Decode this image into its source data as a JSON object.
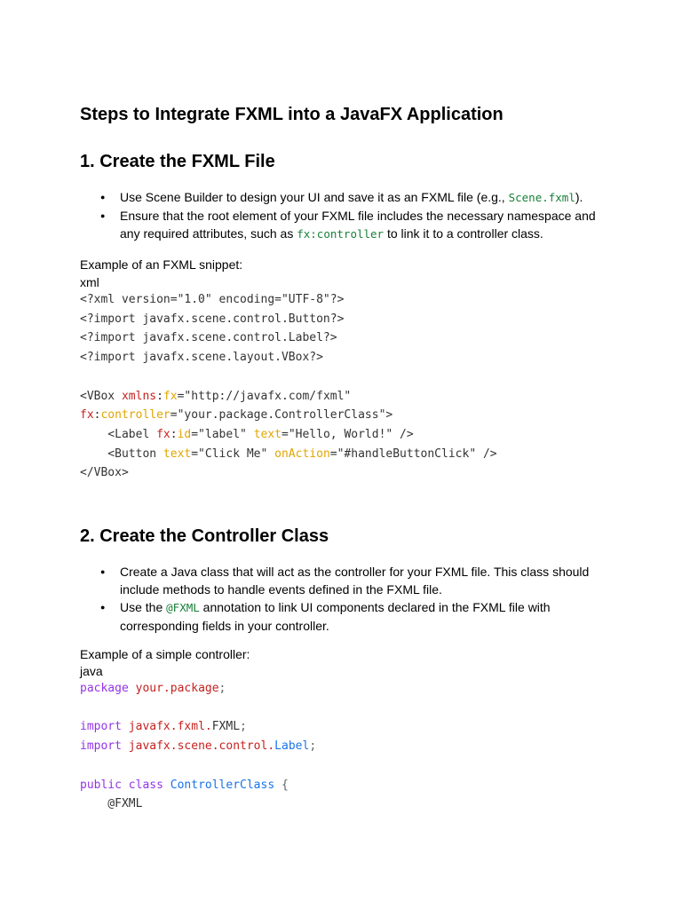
{
  "title": "Steps to Integrate FXML into a JavaFX Application",
  "section1": {
    "heading": "1. Create the FXML File",
    "bullets": [
      {
        "before": "Use Scene Builder to design your UI and save it as an FXML file (e.g., ",
        "code": "Scene.fxml",
        "after": ")."
      },
      {
        "before": "Ensure that the root element of your FXML file includes the necessary namespace and any required attributes, such as ",
        "code": "fx:controller",
        "after": " to link it to a controller class."
      }
    ],
    "example_intro": "Example of an FXML snippet:",
    "lang": "xml",
    "code": {
      "l1": "<?xml version=\"1.0\" encoding=\"UTF-8\"?>",
      "l2": "<?import javafx.scene.control.Button?>",
      "l3": "<?import javafx.scene.control.Label?>",
      "l4": "<?import javafx.scene.layout.VBox?>",
      "vbox_open": "<VBox ",
      "xmlns": "xmlns",
      "colon": ":",
      "fx": "fx",
      "xmlns_val": "=\"http://javafx.com/fxml\"",
      "controller": "controller",
      "controller_val": "=\"your.package.ControllerClass\">",
      "label_open": "    <Label ",
      "id": "id",
      "id_val": "=\"label\" ",
      "text": "text",
      "label_text_val": "=\"Hello, World!\" />",
      "button_open": "    <Button ",
      "button_text_val": "=\"Click Me\" ",
      "onaction": "onAction",
      "onaction_val": "=\"#handleButtonClick\" />",
      "vbox_close": "</VBox>"
    }
  },
  "section2": {
    "heading": "2. Create the Controller Class",
    "bullets": [
      {
        "before": "Create a Java class that will act as the controller for your FXML file. This class should include methods to handle events defined in the FXML file.",
        "code": "",
        "after": ""
      },
      {
        "before": "Use the ",
        "code": "@FXML",
        "after": " annotation to link UI components declared in the FXML file with corresponding fields in your controller."
      }
    ],
    "example_intro": "Example of a simple controller:",
    "lang": "java",
    "code": {
      "package_kw": "package",
      "package_name": "your.package",
      "semi": ";",
      "import_kw": "import",
      "imp1_pkg": "javafx.fxml.",
      "imp1_cls": "FXML",
      "imp2_pkg": "javafx.scene.control.",
      "imp2_cls": "Label",
      "public_kw": "public",
      "class_kw": "class",
      "class_name": "ControllerClass",
      "brace": "{",
      "annotation": "    @FXML"
    }
  }
}
